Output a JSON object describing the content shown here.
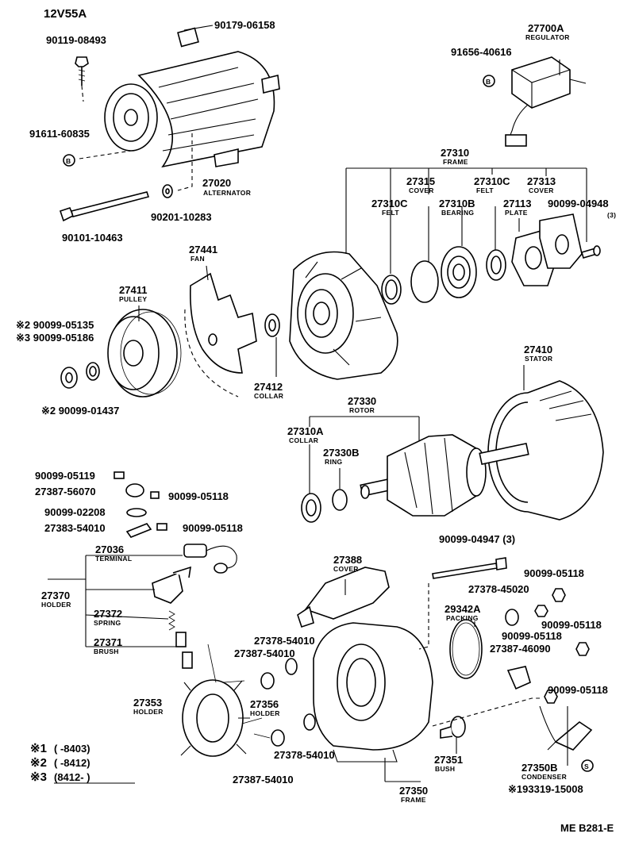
{
  "title": "12V55A",
  "footer_code": "ME B281-E",
  "legend": {
    "rows": [
      {
        "mark": "※1",
        "range": "(      -8403)"
      },
      {
        "mark": "※2",
        "range": "(      -8412)"
      },
      {
        "mark": "※3",
        "range": "(8412-      )"
      }
    ]
  },
  "parts": [
    {
      "key": "p90179_06158",
      "number": "90179-06158",
      "name": ""
    },
    {
      "key": "p90119_08493",
      "number": "90119-08493",
      "name": ""
    },
    {
      "key": "p91611_60835",
      "number": "91611-60835",
      "name": ""
    },
    {
      "key": "p27020",
      "number": "27020",
      "name": "ALTERNATOR"
    },
    {
      "key": "p90201_10283",
      "number": "90201-10283",
      "name": ""
    },
    {
      "key": "p90101_10463",
      "number": "90101-10463",
      "name": ""
    },
    {
      "key": "p27700A",
      "number": "27700A",
      "name": "REGULATOR"
    },
    {
      "key": "p91656_40616",
      "number": "91656-40616",
      "name": ""
    },
    {
      "key": "p27310",
      "number": "27310",
      "name": "FRAME"
    },
    {
      "key": "p27315",
      "number": "27315",
      "name": "COVER"
    },
    {
      "key": "p27310C_a",
      "number": "27310C",
      "name": "FELT"
    },
    {
      "key": "p27313",
      "number": "27313",
      "name": "COVER"
    },
    {
      "key": "p27310C_b",
      "number": "27310C",
      "name": "FELT"
    },
    {
      "key": "p27310B",
      "number": "27310B",
      "name": "BEARING"
    },
    {
      "key": "p27113",
      "number": "27113",
      "name": "PLATE"
    },
    {
      "key": "p90099_04948",
      "number": "90099-04948",
      "name": "(3)"
    },
    {
      "key": "p27441",
      "number": "27441",
      "name": "FAN"
    },
    {
      "key": "p27411",
      "number": "27411",
      "name": "PULLEY"
    },
    {
      "key": "p90099_05135",
      "number": "※2 90099-05135",
      "name": ""
    },
    {
      "key": "p90099_05186",
      "number": "※3 90099-05186",
      "name": ""
    },
    {
      "key": "p90099_01437",
      "number": "※2 90099-01437",
      "name": ""
    },
    {
      "key": "p27412",
      "number": "27412",
      "name": "COLLAR"
    },
    {
      "key": "p27410",
      "number": "27410",
      "name": "STATOR"
    },
    {
      "key": "p27330",
      "number": "27330",
      "name": "ROTOR"
    },
    {
      "key": "p27310A",
      "number": "27310A",
      "name": "COLLAR"
    },
    {
      "key": "p27330B",
      "number": "27330B",
      "name": "RING"
    },
    {
      "key": "p90099_05119",
      "number": "90099-05119",
      "name": ""
    },
    {
      "key": "p27387_56070",
      "number": "27387-56070",
      "name": ""
    },
    {
      "key": "p90099_05118_a",
      "number": "90099-05118",
      "name": ""
    },
    {
      "key": "p90099_02208",
      "number": "90099-02208",
      "name": ""
    },
    {
      "key": "p27383_54010",
      "number": "27383-54010",
      "name": ""
    },
    {
      "key": "p90099_05118_b",
      "number": "90099-05118",
      "name": ""
    },
    {
      "key": "p27036",
      "number": "27036",
      "name": "TERMINAL"
    },
    {
      "key": "p27370",
      "number": "27370",
      "name": "HOLDER"
    },
    {
      "key": "p27372",
      "number": "27372",
      "name": "SPRING"
    },
    {
      "key": "p27371",
      "number": "27371",
      "name": "BRUSH"
    },
    {
      "key": "p27353",
      "number": "27353",
      "name": "HOLDER"
    },
    {
      "key": "p27356",
      "number": "27356",
      "name": "HOLDER"
    },
    {
      "key": "p27387_54010_a",
      "number": "27387-54010",
      "name": ""
    },
    {
      "key": "p27378_54010_a",
      "number": "27378-54010",
      "name": ""
    },
    {
      "key": "p27387_54010_b",
      "number": "27387-54010",
      "name": ""
    },
    {
      "key": "p27378_54010_b",
      "number": "27378-54010",
      "name": ""
    },
    {
      "key": "p27388",
      "number": "27388",
      "name": "COVER"
    },
    {
      "key": "p90099_04947",
      "number": "90099-04947 (3)",
      "name": ""
    },
    {
      "key": "p90099_05118_c",
      "number": "90099-05118",
      "name": ""
    },
    {
      "key": "p27378_45020",
      "number": "27378-45020",
      "name": ""
    },
    {
      "key": "p29342A",
      "number": "29342A",
      "name": "PACKING"
    },
    {
      "key": "p90099_05118_d",
      "number": "90099-05118",
      "name": ""
    },
    {
      "key": "p90099_05118_e",
      "number": "90099-05118",
      "name": ""
    },
    {
      "key": "p27387_46090",
      "number": "27387-46090",
      "name": ""
    },
    {
      "key": "p90099_05118_f",
      "number": "90099-05118",
      "name": ""
    },
    {
      "key": "p27351",
      "number": "27351",
      "name": "BUSH"
    },
    {
      "key": "p27350",
      "number": "27350",
      "name": "FRAME"
    },
    {
      "key": "p27350B",
      "number": "27350B",
      "name": "CONDENSER"
    },
    {
      "key": "p193319_15008",
      "number": "※193319-15008",
      "name": ""
    }
  ],
  "markers": {
    "b": "B",
    "s": "S"
  }
}
